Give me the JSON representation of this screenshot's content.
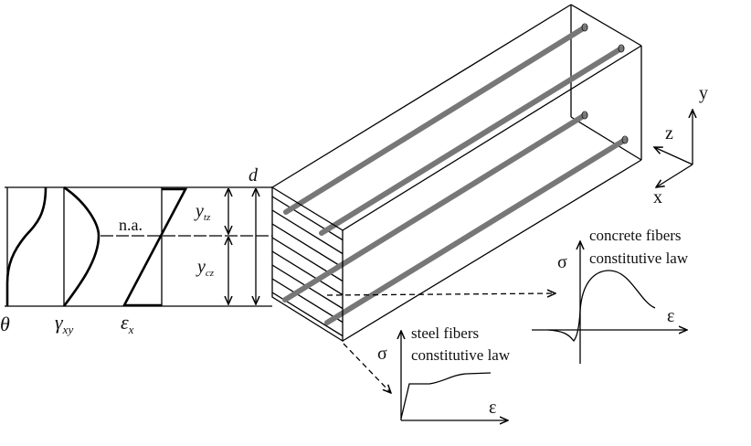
{
  "section_profiles": {
    "theta_label": "θ",
    "gamma_label": "γ",
    "gamma_sub": "xy",
    "epsilon_label": "ε",
    "epsilon_sub": "x",
    "neutral_axis_label": "n.a.",
    "y_tz_main": "y",
    "y_tz_sub": "tz",
    "y_cz_main": "y",
    "y_cz_sub": "cz",
    "d_label": "d"
  },
  "axes": {
    "x": "x",
    "y": "y",
    "z": "z"
  },
  "concrete_law": {
    "title_line1": "concrete fibers",
    "title_line2": "constitutive law",
    "sigma": "σ",
    "epsilon": "ε"
  },
  "steel_law": {
    "title_line1": "steel fibers",
    "title_line2": "constitutive law",
    "sigma": "σ",
    "epsilon": "ε"
  }
}
